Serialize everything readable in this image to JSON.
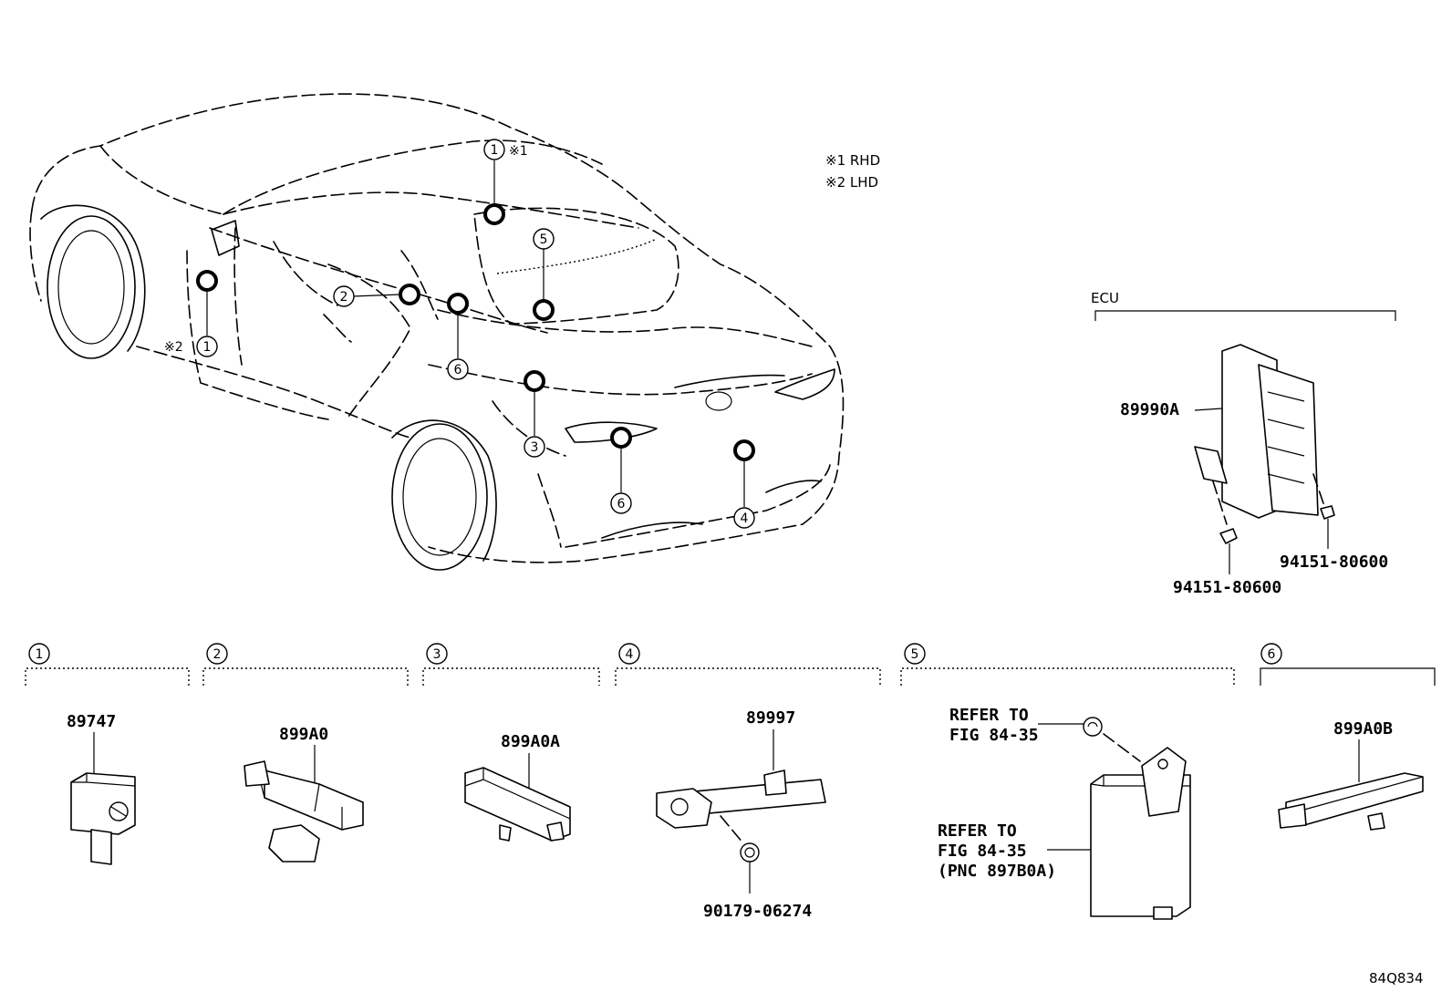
{
  "notes": {
    "note1": "※1 RHD",
    "note2": "※2 LHD"
  },
  "ecu": {
    "title": "ECU",
    "part": "89990A",
    "nut_left": "94151-80600",
    "nut_right": "94151-80600"
  },
  "car_callouts": [
    "1",
    "※1",
    "5",
    "2",
    "6",
    "1",
    "※2",
    "3",
    "6",
    "4"
  ],
  "sections": [
    {
      "num": "1",
      "part": "89747"
    },
    {
      "num": "2",
      "part": "899A0"
    },
    {
      "num": "3",
      "part": "899A0A"
    },
    {
      "num": "4",
      "part": "89997",
      "sub": "90179-06274"
    },
    {
      "num": "5",
      "ref1_a": "REFER TO",
      "ref1_b": "FIG 84-35",
      "ref2_a": "REFER TO",
      "ref2_b": "FIG 84-35",
      "ref2_c": "(PNC 897B0A)"
    },
    {
      "num": "6",
      "part": "899A0B"
    }
  ],
  "figure_code": "84Q834"
}
